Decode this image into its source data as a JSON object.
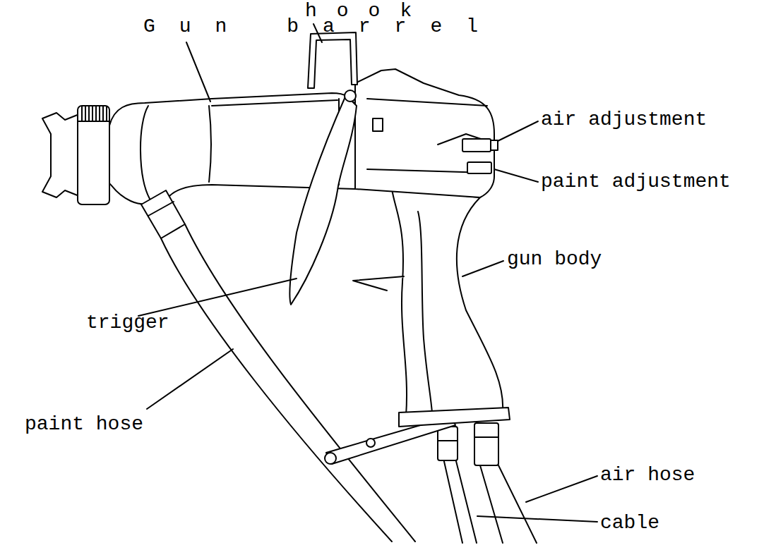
{
  "diagram": {
    "labels": [
      "hook",
      "Gun barrel",
      "air adjustment",
      "paint adjustment",
      "gun body",
      "trigger",
      "paint hose",
      "air hose",
      "cable"
    ]
  }
}
